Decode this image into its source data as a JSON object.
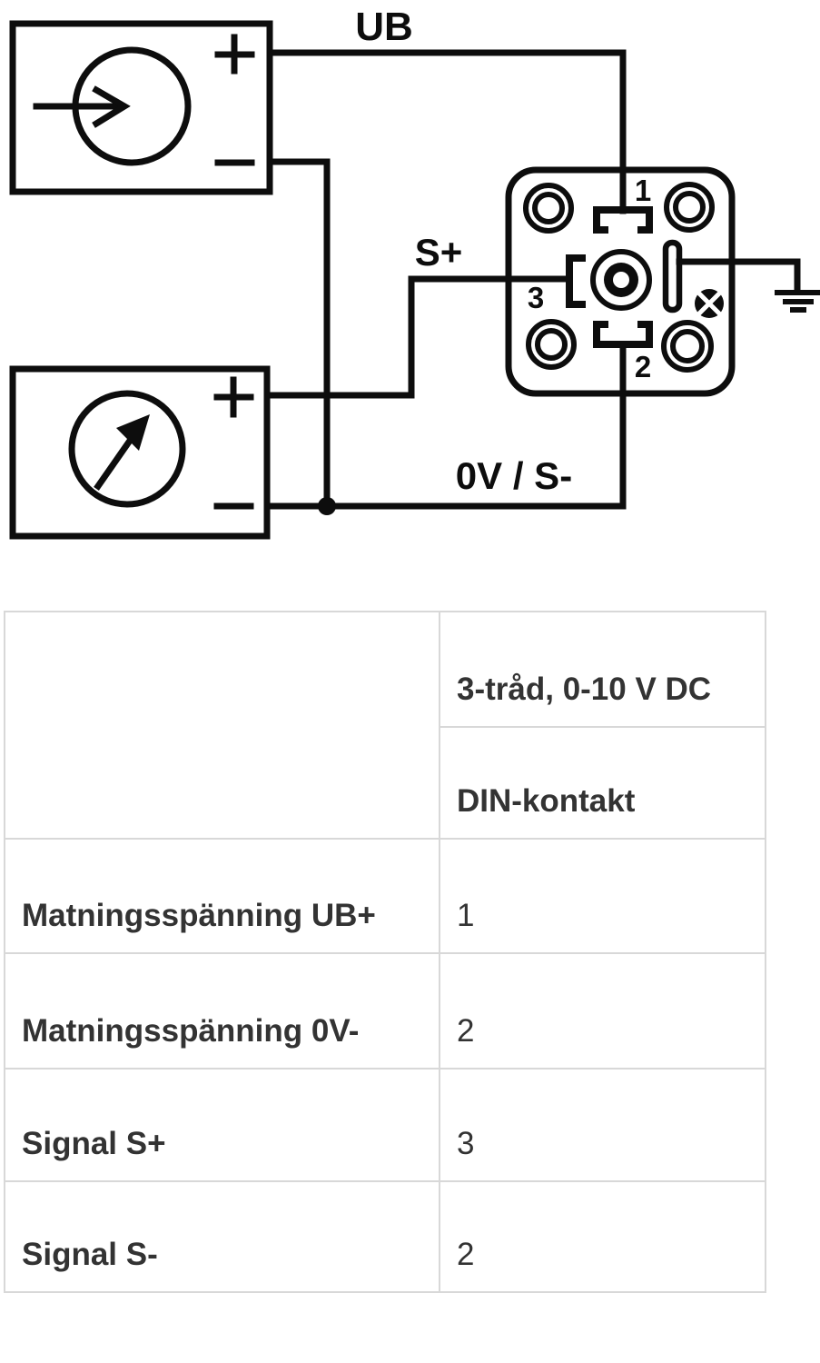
{
  "diagram": {
    "labels": {
      "ub": "UB",
      "s_plus": "S+",
      "ov_s_minus": "0V / S-",
      "pin1": "1",
      "pin2": "2",
      "pin3": "3",
      "plus_top": "+",
      "minus_top": "−"
    },
    "colors": {
      "line": "#0d0d0d",
      "background": "#ffffff"
    }
  },
  "table": {
    "headers": {
      "wiring_type": "3-tråd, 0-10 V DC",
      "connector_type": "DIN-kontakt"
    },
    "rows": [
      {
        "label": "Matningsspänning UB+",
        "value": "1"
      },
      {
        "label": "Matningsspänning 0V-",
        "value": "2"
      },
      {
        "label": "Signal S+",
        "value": "3"
      },
      {
        "label": "Signal S-",
        "value": "2"
      }
    ],
    "colors": {
      "border": "#d8d8d8",
      "text": "#333333"
    }
  }
}
